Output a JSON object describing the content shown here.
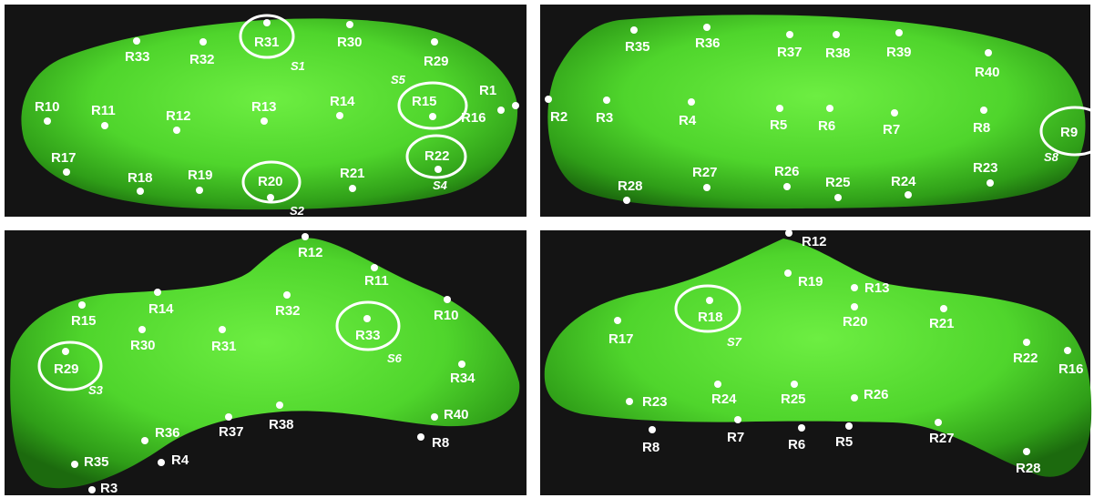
{
  "colors": {
    "background": "#141414",
    "asteroid_light": "#66ec3c",
    "asteroid_dark": "#1f7a10",
    "marker": "#ffffff"
  },
  "panels": [
    {
      "id": "top-left",
      "regions": [
        "R31",
        "R30",
        "R33",
        "R32",
        "R29",
        "R10",
        "R11",
        "R12",
        "R13",
        "R14",
        "R15",
        "R1",
        "R16",
        "R17",
        "R18",
        "R19",
        "R20",
        "R21",
        "R22"
      ],
      "sections": [
        "S1",
        "S5",
        "S4",
        "S2"
      ]
    },
    {
      "id": "top-right",
      "regions": [
        "R35",
        "R36",
        "R37",
        "R38",
        "R39",
        "R40",
        "R2",
        "R3",
        "R4",
        "R5",
        "R6",
        "R7",
        "R8",
        "R9",
        "R28",
        "R27",
        "R26",
        "R25",
        "R24",
        "R23"
      ],
      "sections": [
        "S8"
      ]
    },
    {
      "id": "bottom-left",
      "regions": [
        "R12",
        "R11",
        "R14",
        "R32",
        "R10",
        "R15",
        "R30",
        "R31",
        "R33",
        "R29",
        "R34",
        "R36",
        "R37",
        "R38",
        "R40",
        "R8",
        "R35",
        "R4",
        "R3"
      ],
      "sections": [
        "S6",
        "S3"
      ]
    },
    {
      "id": "bottom-right",
      "regions": [
        "R12",
        "R19",
        "R13",
        "R18",
        "R20",
        "R21",
        "R17",
        "R22",
        "R16",
        "R23",
        "R24",
        "R25",
        "R26",
        "R8",
        "R7",
        "R6",
        "R5",
        "R27",
        "R28"
      ],
      "sections": [
        "S7"
      ]
    }
  ]
}
